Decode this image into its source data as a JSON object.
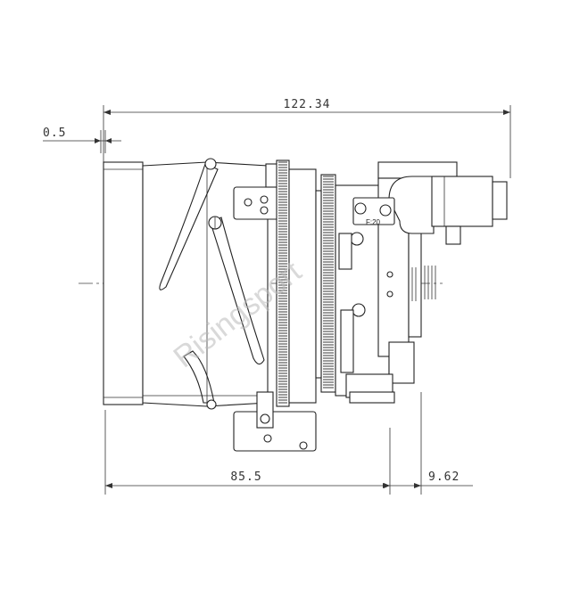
{
  "dimensions": {
    "overall_length": "122.34",
    "flange_offset": "0.5",
    "body_length": "85.5",
    "rear_offset": "9.62"
  },
  "watermark": "Risingsport",
  "gear_marking": "F:20",
  "colors": {
    "line": "#222222",
    "dimension": "#333333",
    "watermark": "#b9b9b9",
    "background": "#ffffff"
  }
}
